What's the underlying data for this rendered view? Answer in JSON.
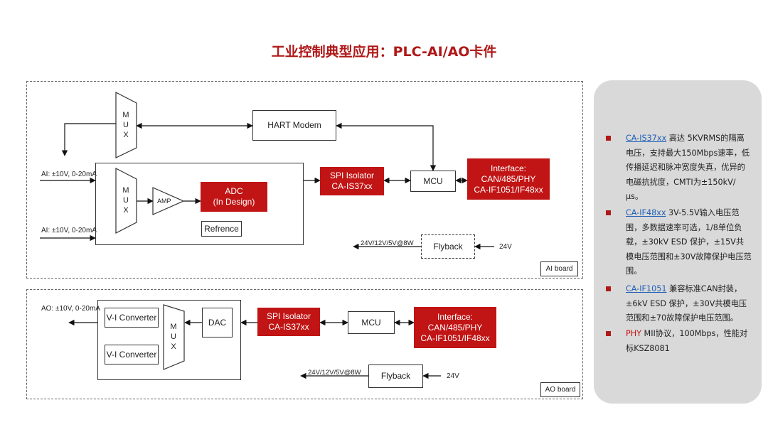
{
  "title": "工业控制典型应用：PLC-AI/AO卡件",
  "ai_board": {
    "tag": "AI board",
    "mux_label": [
      "M",
      "U",
      "X"
    ],
    "mux2_label": [
      "M",
      "U",
      "X"
    ],
    "hart": "HART Modem",
    "input1": "AI: ±10V, 0-20mA",
    "input2": "AI: ±10V, 0-20mA",
    "amp": "AMP",
    "adc": [
      "ADC",
      "(In Design)"
    ],
    "reference": "Refrence",
    "spi": [
      "SPI Isolator",
      "CA-IS37xx"
    ],
    "mcu": "MCU",
    "interface": [
      "Interface:",
      "CAN/485/PHY",
      "CA-IF1051/IF48xx"
    ],
    "flyback": "Flyback",
    "power_out": "24V/12V/5V@8W",
    "power_in": "24V"
  },
  "ao_board": {
    "tag": "AO board",
    "output": "AO: ±10V, 0-20mA",
    "vi1": "V-I Converter",
    "vi2": "V-I Converter",
    "mux_label": [
      "M",
      "U",
      "X"
    ],
    "dac": "DAC",
    "spi": [
      "SPI Isolator",
      "CA-IS37xx"
    ],
    "mcu": "MCU",
    "interface": [
      "Interface:",
      "CAN/485/PHY",
      "CA-IF1051/IF48xx"
    ],
    "flyback": "Flyback",
    "power_out": "24V/12V/5V@8W",
    "power_in": "24V"
  },
  "notes": [
    {
      "part": "CA-IS37xx",
      "part_style": "link",
      "text": " 高达 5KVRMS的隔离电压，支持最大150Mbps速率，低传播延迟和脉冲宽度失真，优异的电磁抗扰度，CMTI为±150kV/μs。"
    },
    {
      "part": "CA-IF48xx",
      "part_style": "link",
      "text": " 3V-5.5V输入电压范围，多数据速率可选，1/8单位负载，±30kV ESD 保护，±15V共模电压范围和±30V故障保护电压范围。"
    },
    {
      "part": "CA-IF1051",
      "part_style": "link",
      "text": " 兼容标准CAN封装，±6kV ESD 保护，±30V共模电压范围和±70故障保护电压范围。"
    },
    {
      "part": "PHY",
      "part_style": "red",
      "text": " MII协议，100Mbps，性能对标KSZ8081"
    }
  ],
  "colors": {
    "accent_red": "#c11414",
    "title_red": "#b01818",
    "link_blue": "#1f5fb5",
    "panel_gray": "#d9d9d9"
  }
}
